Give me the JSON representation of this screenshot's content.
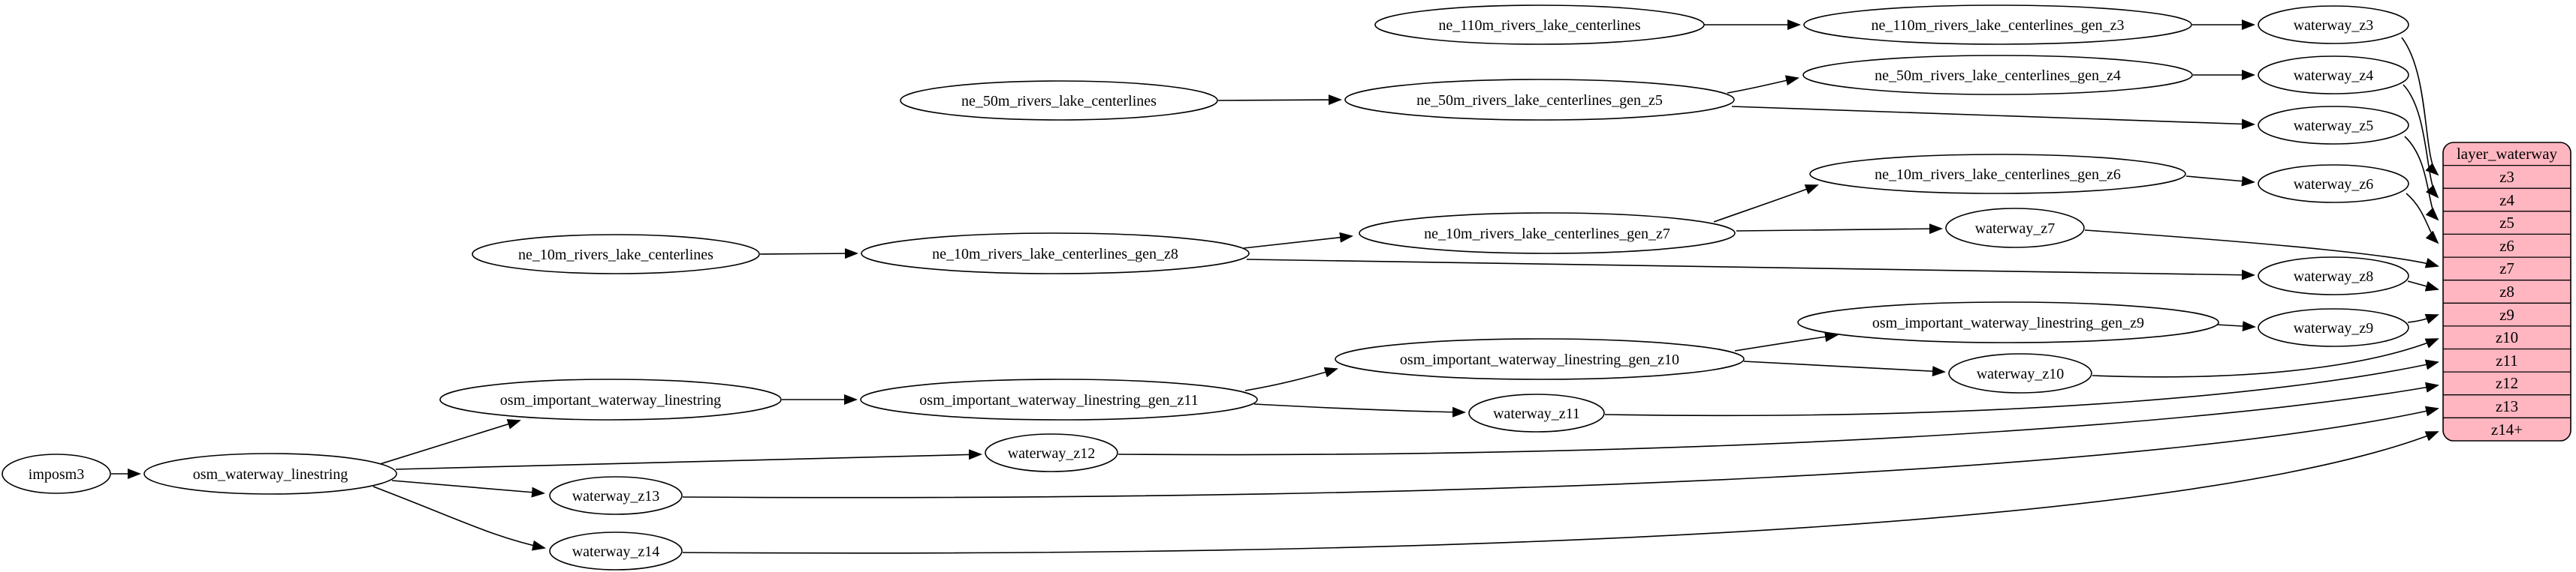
{
  "diagram": {
    "background": "#ffffff",
    "node_fill": "#ffffff",
    "edge_color": "#000000",
    "nodes": {
      "imposm3": {
        "label": "imposm3"
      },
      "osm_waterway_linestring": {
        "label": "osm_waterway_linestring"
      },
      "osm_important_waterway_linestring": {
        "label": "osm_important_waterway_linestring"
      },
      "osm_important_waterway_linestring_gen_z11": {
        "label": "osm_important_waterway_linestring_gen_z11"
      },
      "osm_important_waterway_linestring_gen_z10": {
        "label": "osm_important_waterway_linestring_gen_z10"
      },
      "osm_important_waterway_linestring_gen_z9": {
        "label": "osm_important_waterway_linestring_gen_z9"
      },
      "ne_110m_rivers_lake_centerlines": {
        "label": "ne_110m_rivers_lake_centerlines"
      },
      "ne_110m_rivers_lake_centerlines_gen_z3": {
        "label": "ne_110m_rivers_lake_centerlines_gen_z3"
      },
      "ne_50m_rivers_lake_centerlines": {
        "label": "ne_50m_rivers_lake_centerlines"
      },
      "ne_50m_rivers_lake_centerlines_gen_z5": {
        "label": "ne_50m_rivers_lake_centerlines_gen_z5"
      },
      "ne_50m_rivers_lake_centerlines_gen_z4": {
        "label": "ne_50m_rivers_lake_centerlines_gen_z4"
      },
      "ne_10m_rivers_lake_centerlines": {
        "label": "ne_10m_rivers_lake_centerlines"
      },
      "ne_10m_rivers_lake_centerlines_gen_z8": {
        "label": "ne_10m_rivers_lake_centerlines_gen_z8"
      },
      "ne_10m_rivers_lake_centerlines_gen_z7": {
        "label": "ne_10m_rivers_lake_centerlines_gen_z7"
      },
      "ne_10m_rivers_lake_centerlines_gen_z6": {
        "label": "ne_10m_rivers_lake_centerlines_gen_z6"
      },
      "waterway_z3": {
        "label": "waterway_z3"
      },
      "waterway_z4": {
        "label": "waterway_z4"
      },
      "waterway_z5": {
        "label": "waterway_z5"
      },
      "waterway_z6": {
        "label": "waterway_z6"
      },
      "waterway_z7": {
        "label": "waterway_z7"
      },
      "waterway_z8": {
        "label": "waterway_z8"
      },
      "waterway_z9": {
        "label": "waterway_z9"
      },
      "waterway_z10": {
        "label": "waterway_z10"
      },
      "waterway_z11": {
        "label": "waterway_z11"
      },
      "waterway_z12": {
        "label": "waterway_z12"
      },
      "waterway_z13": {
        "label": "waterway_z13"
      },
      "waterway_z14": {
        "label": "waterway_z14"
      }
    },
    "edges": [
      {
        "from": "imposm3",
        "to": "osm_waterway_linestring"
      },
      {
        "from": "osm_waterway_linestring",
        "to": "osm_important_waterway_linestring"
      },
      {
        "from": "osm_waterway_linestring",
        "to": "waterway_z12"
      },
      {
        "from": "osm_waterway_linestring",
        "to": "waterway_z13"
      },
      {
        "from": "osm_waterway_linestring",
        "to": "waterway_z14"
      },
      {
        "from": "osm_important_waterway_linestring",
        "to": "osm_important_waterway_linestring_gen_z11"
      },
      {
        "from": "osm_important_waterway_linestring_gen_z11",
        "to": "osm_important_waterway_linestring_gen_z10"
      },
      {
        "from": "osm_important_waterway_linestring_gen_z11",
        "to": "waterway_z11"
      },
      {
        "from": "osm_important_waterway_linestring_gen_z10",
        "to": "osm_important_waterway_linestring_gen_z9"
      },
      {
        "from": "osm_important_waterway_linestring_gen_z10",
        "to": "waterway_z10"
      },
      {
        "from": "osm_important_waterway_linestring_gen_z9",
        "to": "waterway_z9"
      },
      {
        "from": "ne_110m_rivers_lake_centerlines",
        "to": "ne_110m_rivers_lake_centerlines_gen_z3"
      },
      {
        "from": "ne_110m_rivers_lake_centerlines_gen_z3",
        "to": "waterway_z3"
      },
      {
        "from": "ne_50m_rivers_lake_centerlines",
        "to": "ne_50m_rivers_lake_centerlines_gen_z5"
      },
      {
        "from": "ne_50m_rivers_lake_centerlines_gen_z5",
        "to": "ne_50m_rivers_lake_centerlines_gen_z4"
      },
      {
        "from": "ne_50m_rivers_lake_centerlines_gen_z5",
        "to": "waterway_z5"
      },
      {
        "from": "ne_50m_rivers_lake_centerlines_gen_z4",
        "to": "waterway_z4"
      },
      {
        "from": "ne_10m_rivers_lake_centerlines",
        "to": "ne_10m_rivers_lake_centerlines_gen_z8"
      },
      {
        "from": "ne_10m_rivers_lake_centerlines_gen_z8",
        "to": "ne_10m_rivers_lake_centerlines_gen_z7"
      },
      {
        "from": "ne_10m_rivers_lake_centerlines_gen_z8",
        "to": "waterway_z8"
      },
      {
        "from": "ne_10m_rivers_lake_centerlines_gen_z7",
        "to": "ne_10m_rivers_lake_centerlines_gen_z6"
      },
      {
        "from": "ne_10m_rivers_lake_centerlines_gen_z7",
        "to": "waterway_z7"
      },
      {
        "from": "ne_10m_rivers_lake_centerlines_gen_z6",
        "to": "waterway_z6"
      },
      {
        "from": "waterway_z3",
        "to": "layer_waterway.z3"
      },
      {
        "from": "waterway_z4",
        "to": "layer_waterway.z4"
      },
      {
        "from": "waterway_z5",
        "to": "layer_waterway.z5"
      },
      {
        "from": "waterway_z6",
        "to": "layer_waterway.z6"
      },
      {
        "from": "waterway_z7",
        "to": "layer_waterway.z7"
      },
      {
        "from": "waterway_z8",
        "to": "layer_waterway.z8"
      },
      {
        "from": "waterway_z9",
        "to": "layer_waterway.z9"
      },
      {
        "from": "waterway_z10",
        "to": "layer_waterway.z10"
      },
      {
        "from": "waterway_z11",
        "to": "layer_waterway.z11"
      },
      {
        "from": "waterway_z12",
        "to": "layer_waterway.z12"
      },
      {
        "from": "waterway_z13",
        "to": "layer_waterway.z13"
      },
      {
        "from": "waterway_z14",
        "to": "layer_waterway.z14+"
      }
    ],
    "table": {
      "title": "layer_waterway",
      "rows": [
        "z3",
        "z4",
        "z5",
        "z6",
        "z7",
        "z8",
        "z9",
        "z10",
        "z11",
        "z12",
        "z13",
        "z14+"
      ],
      "fill": "#ffb6c1",
      "border": "#000000"
    }
  }
}
